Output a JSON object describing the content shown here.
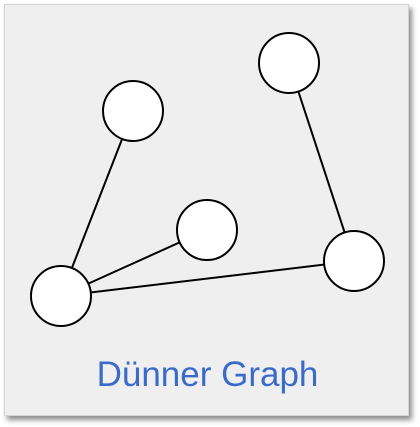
{
  "caption": "Dünner Graph",
  "colors": {
    "caption": "#3a6bc9",
    "panel_background": "#efefef",
    "node_fill": "#ffffff",
    "node_stroke": "#000000",
    "edge_stroke": "#000000"
  },
  "graph": {
    "nodes": [
      {
        "id": "n1"
      },
      {
        "id": "n2"
      },
      {
        "id": "n3"
      },
      {
        "id": "n4"
      },
      {
        "id": "n5"
      }
    ],
    "edges": [
      {
        "from": "n1",
        "to": "n4"
      },
      {
        "from": "n3",
        "to": "n4"
      },
      {
        "from": "n4",
        "to": "n5"
      },
      {
        "from": "n2",
        "to": "n5"
      }
    ]
  }
}
